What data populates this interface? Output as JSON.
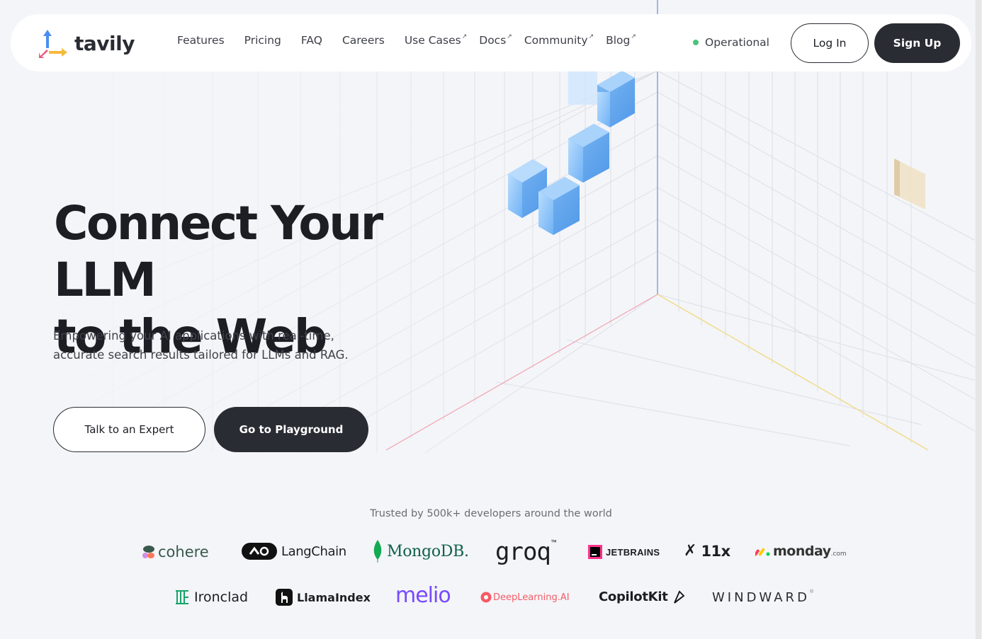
{
  "brand": {
    "name": "tavily"
  },
  "nav": {
    "items": [
      {
        "label": "Features",
        "external": false
      },
      {
        "label": "Pricing",
        "external": false
      },
      {
        "label": "FAQ",
        "external": false
      },
      {
        "label": "Careers",
        "external": false
      },
      {
        "label": "Use Cases",
        "external": true
      },
      {
        "label": "Docs",
        "external": true
      },
      {
        "label": "Community",
        "external": true
      },
      {
        "label": "Blog",
        "external": true
      }
    ],
    "status": "Operational",
    "login": "Log In",
    "signup": "Sign Up"
  },
  "hero": {
    "title_line1": "Connect Your LLM",
    "title_line2": "to the Web",
    "subtitle_line1": "Empowering your AI applications with real-time,",
    "subtitle_line2": "accurate search results tailored for LLMs and RAG.",
    "cta_secondary": "Talk to an Expert",
    "cta_primary": "Go to Playground"
  },
  "trusted": {
    "text": "Trusted by 500k+ developers around the world",
    "row1": [
      "cohere",
      "LangChain",
      "MongoDB.",
      "groq",
      "JETBRAINS",
      "11x",
      "monday",
      ".com"
    ],
    "row2": [
      "Ironclad",
      "LlamaIndex",
      "melio",
      "DeepLearning.AI",
      "CopilotKit",
      "WINDWARD"
    ]
  },
  "colors": {
    "dark": "#2a2c33",
    "status_green": "#4cc47a",
    "cube_blue": "#8fc3f7",
    "axis_blue": "#7fa6e0",
    "axis_yellow": "#f0dc8a",
    "axis_pink": "#f0a3b0"
  }
}
